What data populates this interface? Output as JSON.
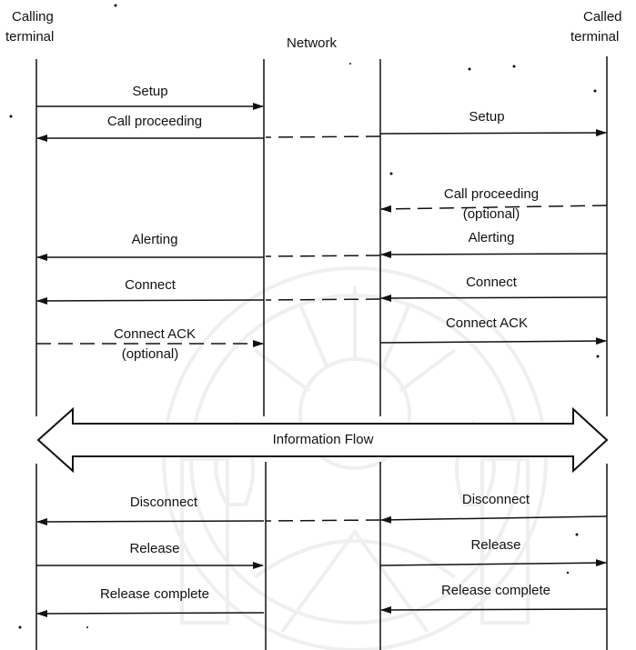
{
  "headers": {
    "calling_line1": "Calling",
    "calling_line2": "terminal",
    "network": "Network",
    "called_line1": "Called",
    "called_line2": "terminal"
  },
  "messages": {
    "setup_left": "Setup",
    "call_proceeding_left": "Call proceeding",
    "setup_right": "Setup",
    "call_proceeding_right_line1": "Call proceeding",
    "call_proceeding_right_line2": "(optional)",
    "alerting_left": "Alerting",
    "alerting_right": "Alerting",
    "connect_left": "Connect",
    "connect_right": "Connect",
    "connect_ack_left_line1": "Connect ACK",
    "connect_ack_left_line2": "(optional)",
    "connect_ack_right": "Connect ACK",
    "information_flow": "Information Flow",
    "disconnect_left": "Disconnect",
    "disconnect_right": "Disconnect",
    "release_left": "Release",
    "release_right": "Release",
    "release_complete_left": "Release complete",
    "release_complete_right": "Release complete"
  },
  "colors": {
    "ink": "#111111",
    "watermark": "#8a8a8a"
  }
}
